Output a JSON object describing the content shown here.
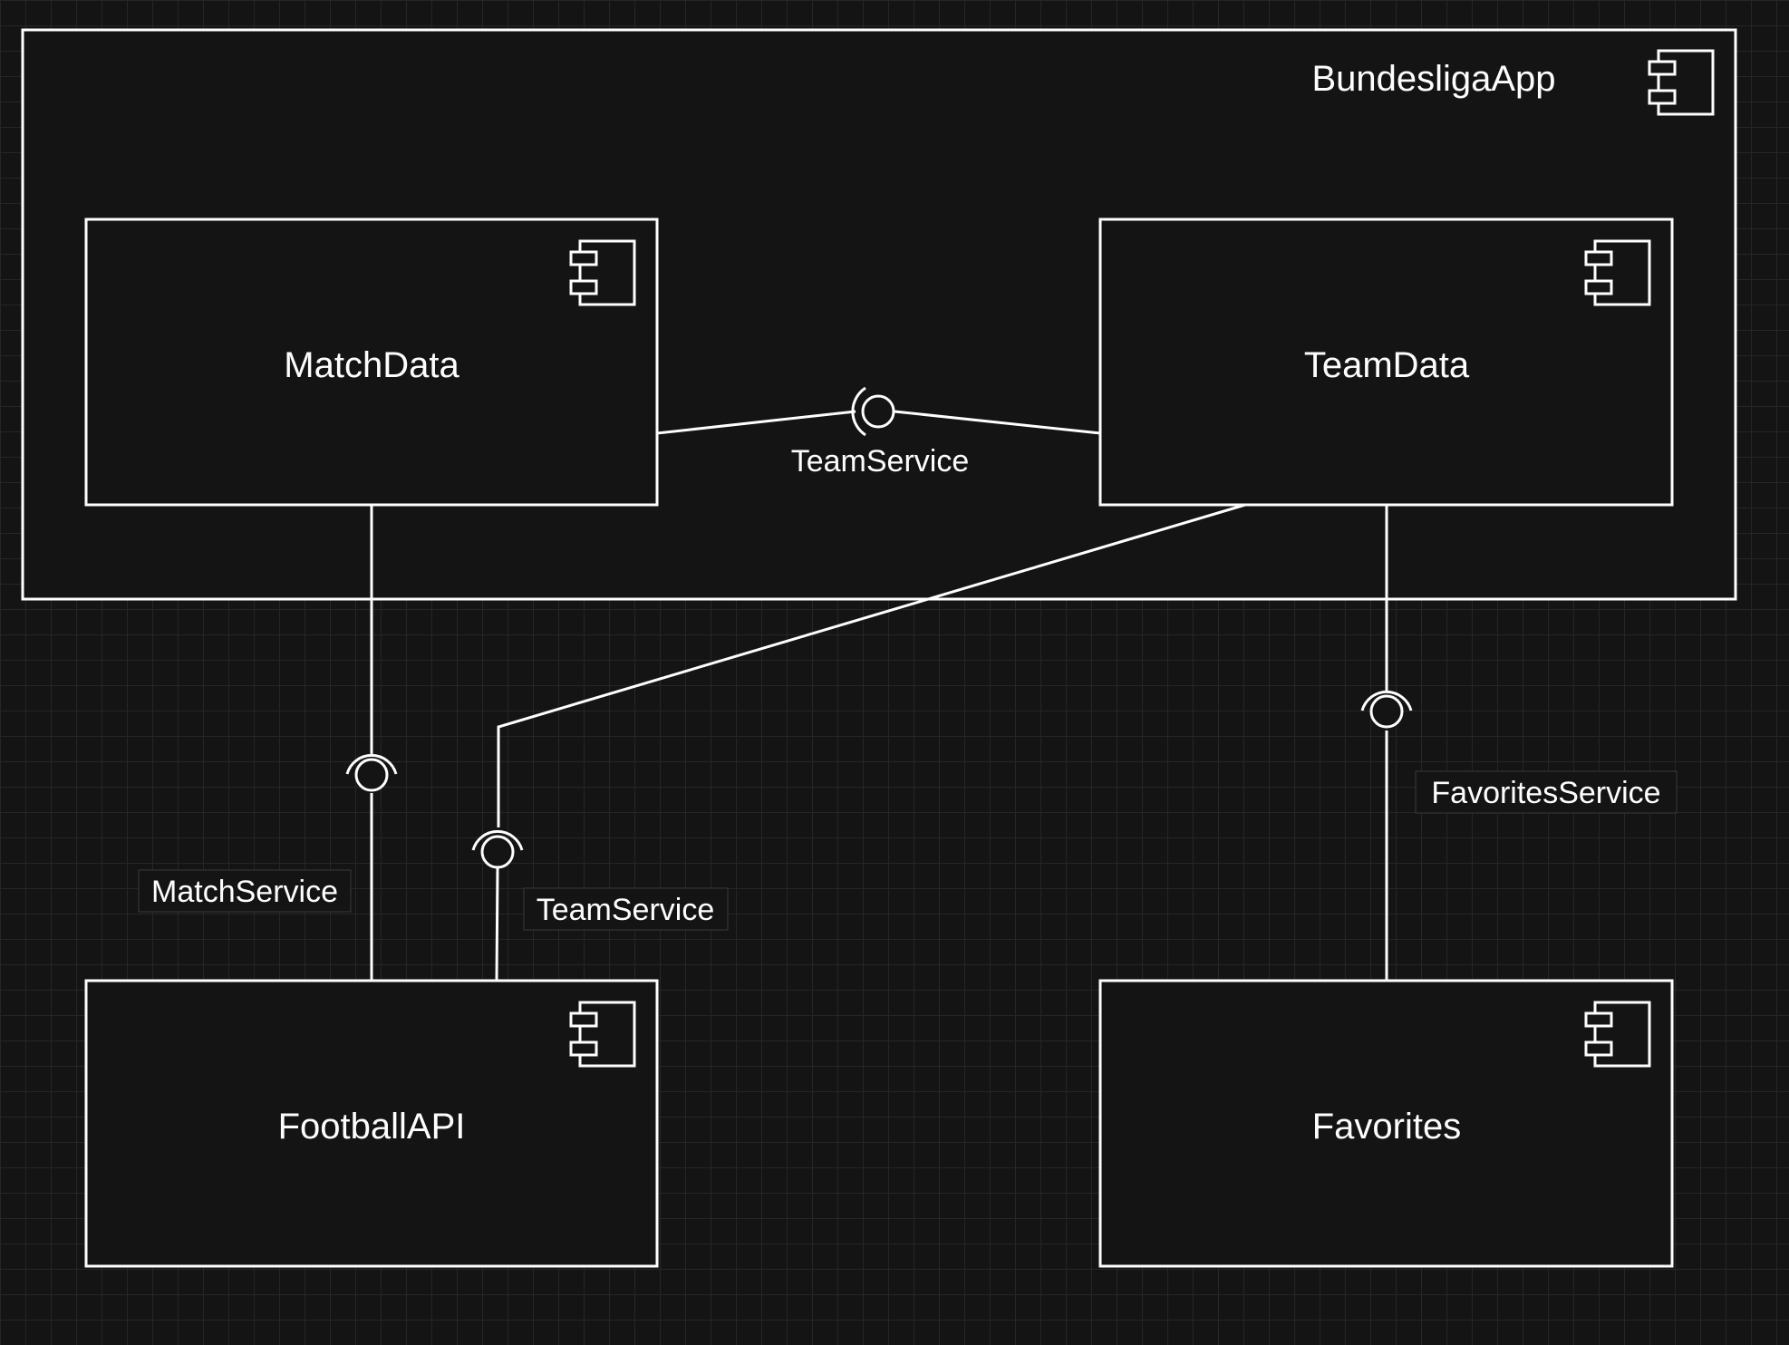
{
  "diagram": {
    "container": {
      "name": "BundesligaApp",
      "icon": "uml-component-icon"
    },
    "components": {
      "match_data": {
        "name": "MatchData",
        "icon": "uml-component-icon"
      },
      "team_data": {
        "name": "TeamData",
        "icon": "uml-component-icon"
      },
      "football_api": {
        "name": "FootballAPI",
        "icon": "uml-component-icon"
      },
      "favorites": {
        "name": "Favorites",
        "icon": "uml-component-icon"
      }
    },
    "interfaces": {
      "team_service_internal": {
        "label": "TeamService"
      },
      "match_service": {
        "label": "MatchService"
      },
      "team_service_api": {
        "label": "TeamService"
      },
      "favorites_service": {
        "label": "FavoritesService"
      }
    }
  }
}
